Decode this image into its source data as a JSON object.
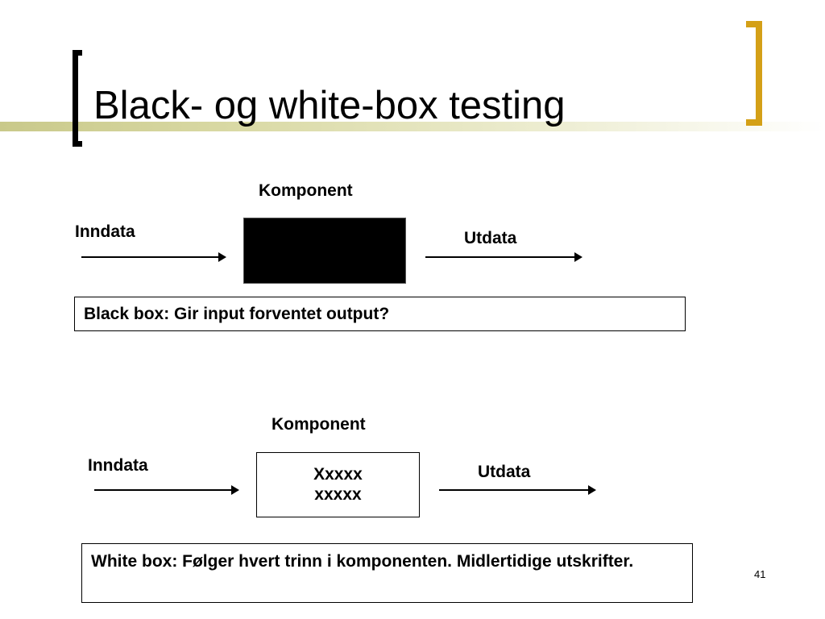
{
  "slide": {
    "title": "Black- og white-box testing",
    "page_number": "41"
  },
  "black_box_diagram": {
    "component_label": "Komponent",
    "input_label": "Inndata",
    "output_label": "Utdata",
    "caption": "Black box: Gir input forventet output?"
  },
  "white_box_diagram": {
    "component_label": "Komponent",
    "input_label": "Inndata",
    "output_label": "Utdata",
    "box_lines": [
      "Xxxxx",
      "xxxxx"
    ],
    "caption": "White box: Følger hvert trinn i komponenten. Midlertidige utskrifter."
  },
  "colors": {
    "title_bracket_left": "#000000",
    "title_bracket_right": "#d4a017",
    "title_stripe": "#c9c98a",
    "black_box_fill": "#000000"
  }
}
